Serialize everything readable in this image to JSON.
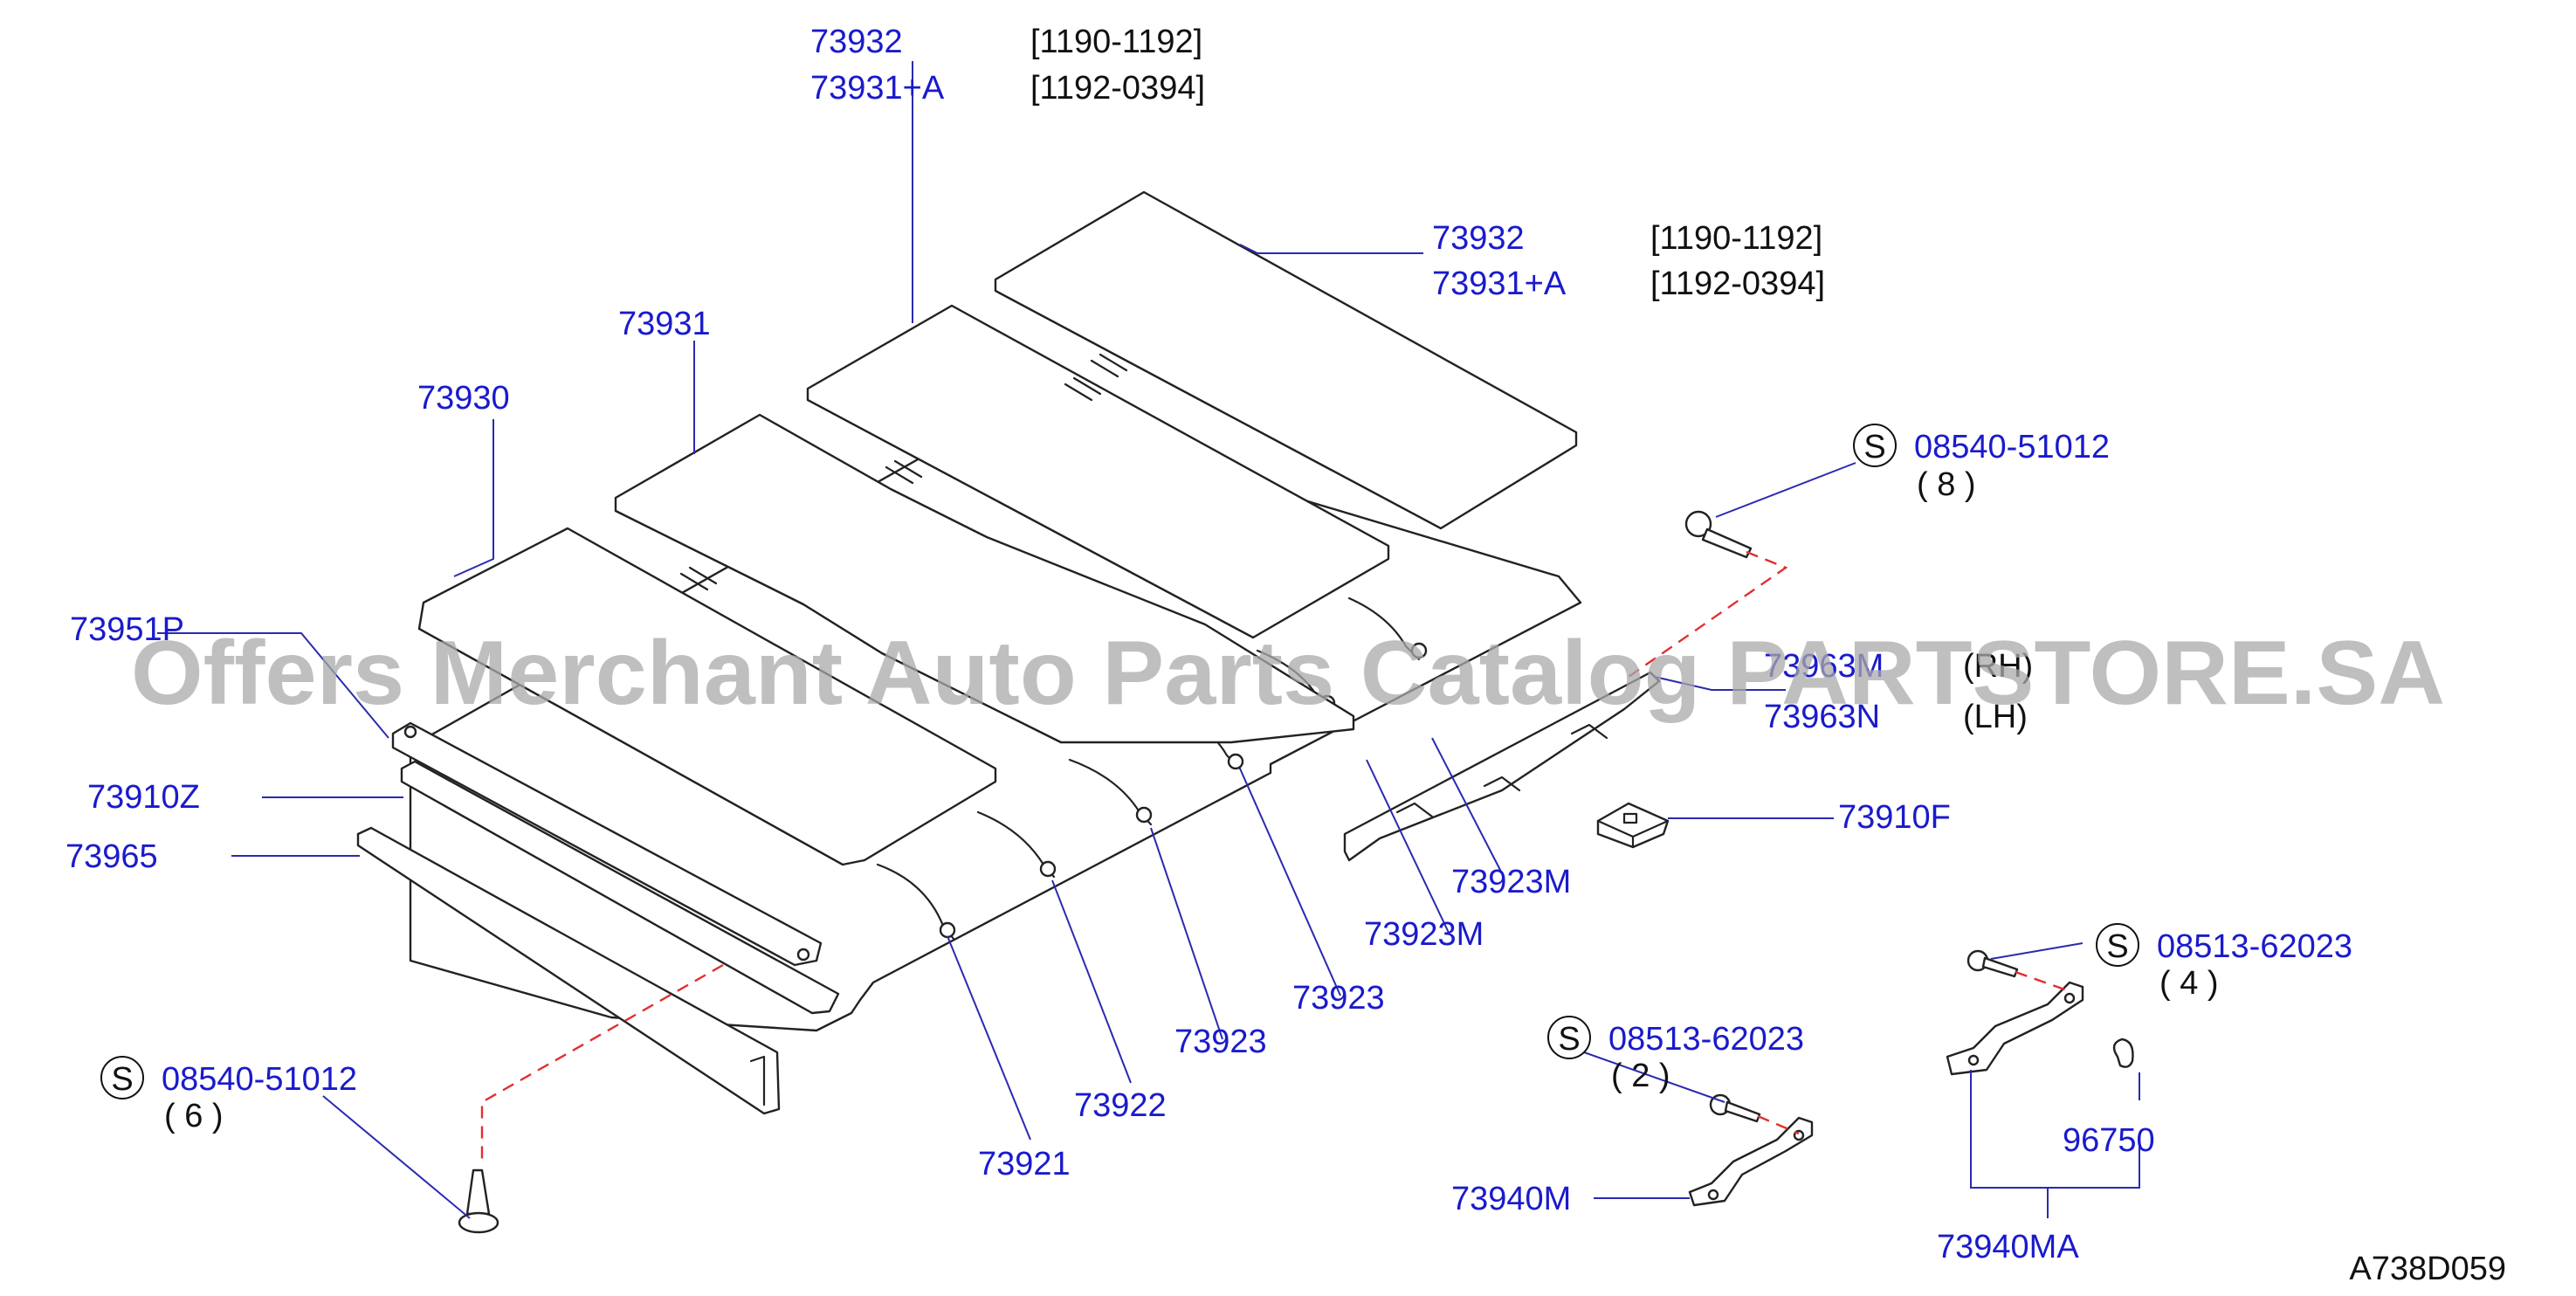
{
  "diagram": {
    "watermark": "Offers Merchant Auto Parts Catalog PARTSTORE.SA",
    "figure_code": "A738D059",
    "callouts": {
      "p73932_top": "73932",
      "r73932_top": "[1190-1192]",
      "p73931a_top": "73931+A",
      "r73931a_top": "[1192-0394]",
      "p73932_mid": "73932",
      "r73932_mid": "[1190-1192]",
      "p73931a_mid": "73931+A",
      "r73931a_mid": "[1192-0394]",
      "p73931": "73931",
      "p73930": "73930",
      "p73951p": "73951P",
      "p73910z": "73910Z",
      "p73965": "73965",
      "p73963m": "73963M",
      "s73963m": "(RH)",
      "p73963n": "73963N",
      "s73963n": "(LH)",
      "p73910f": "73910F",
      "p73923m_a": "73923M",
      "p73923m_b": "73923M",
      "p73923_a": "73923",
      "p73923_b": "73923",
      "p73922": "73922",
      "p73921": "73921",
      "p73940m": "73940M",
      "p73940ma": "73940MA",
      "p96750": "96750"
    },
    "screws": [
      {
        "symbol": "S",
        "part": "08540-51012",
        "qty": "( 8 )"
      },
      {
        "symbol": "S",
        "part": "08540-51012",
        "qty": "( 6 )"
      },
      {
        "symbol": "S",
        "part": "08513-62023",
        "qty": "( 2 )"
      },
      {
        "symbol": "S",
        "part": "08513-62023",
        "qty": "( 4 )"
      }
    ]
  }
}
